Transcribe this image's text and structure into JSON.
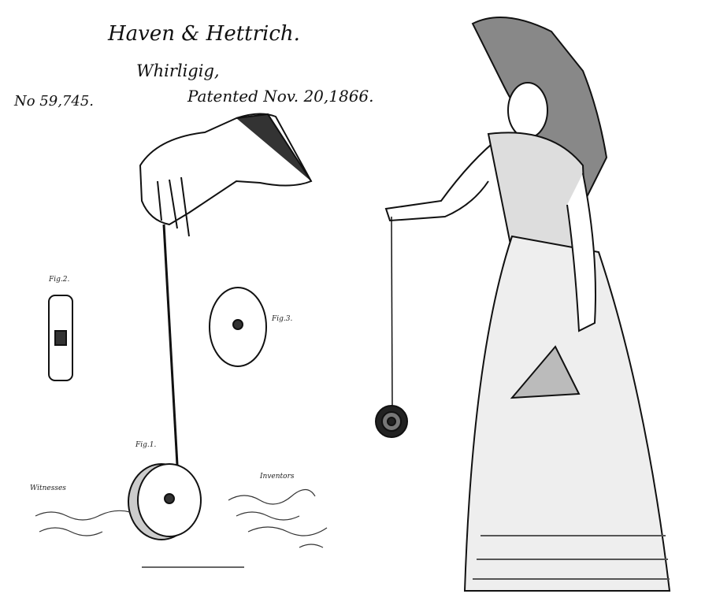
{
  "patent": {
    "inventors": "Haven & Hettrich.",
    "title": "Whirligig,",
    "date": "Patented Nov. 20,1866.",
    "number": "No 59,745.",
    "fig1": "Fig.1.",
    "fig2": "Fig.2.",
    "fig3": "Fig.3.",
    "witnesses": "Witnesses",
    "inventors_label": "Inventors"
  },
  "colors": {
    "ink": "#111111",
    "paper": "#ffffff",
    "shade": "#9a9a9a"
  }
}
